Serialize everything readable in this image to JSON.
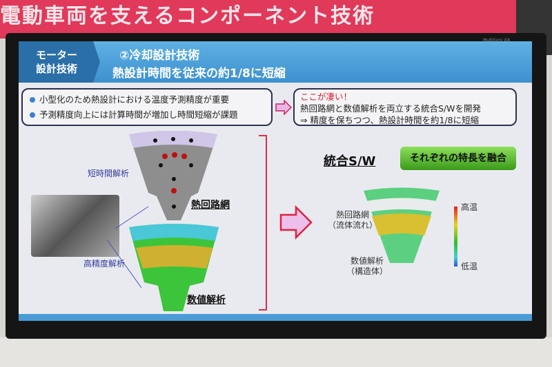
{
  "background": {
    "banner_text": "電動車両を支えるコンポーネント技術",
    "monitor_brand": "MultiSync EA"
  },
  "slide": {
    "section_tab": [
      "モーター",
      "設計技術"
    ],
    "title_line1": "②冷却設計技術",
    "title_line2": "熱設計時間を従来の約1/8に短縮",
    "issues": [
      "小型化のため熱設計における温度予測精度が重要",
      "予測精度向上には計算時間が増加し時間短縮が課題"
    ],
    "highlight": {
      "heading": "ここが凄い！",
      "line1": "熱回路網と数値解析を両立する統合S/Wを開発",
      "line2": "⇒ 精度を保ちつつ、熱設計時間を約1/8に短縮"
    },
    "left_labels": {
      "short_time": "短時間解析",
      "high_precision": "高精度解析",
      "thermal_network": "熱回路網",
      "numerical": "数値解析"
    },
    "integrated_title": "統合S/W",
    "fusion_button": "それぞれの特長を融合",
    "annotations": {
      "network": "熱回路網",
      "network_sub": "（流体流れ）",
      "numerical": "数値解析",
      "numerical_sub": "（構造体）"
    },
    "scale": {
      "high": "高温",
      "low": "低温"
    },
    "colors": {
      "header_blue": "#3d90cf",
      "accent_red": "#e02a4a",
      "green_button": "#3a9a1a"
    }
  }
}
